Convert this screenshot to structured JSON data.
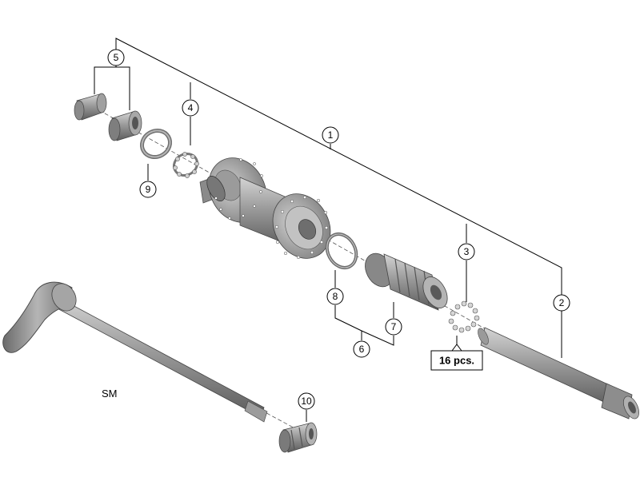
{
  "diagram": {
    "model_label": "SM",
    "quantity_label": "16 pcs.",
    "callouts": [
      "1",
      "2",
      "3",
      "4",
      "5",
      "6",
      "7",
      "8",
      "9",
      "10"
    ]
  },
  "colors": {
    "part_light": "#b9b9b9",
    "part_mid": "#8e8e8e",
    "part_dark": "#5f5f5f",
    "line": "#000000"
  }
}
